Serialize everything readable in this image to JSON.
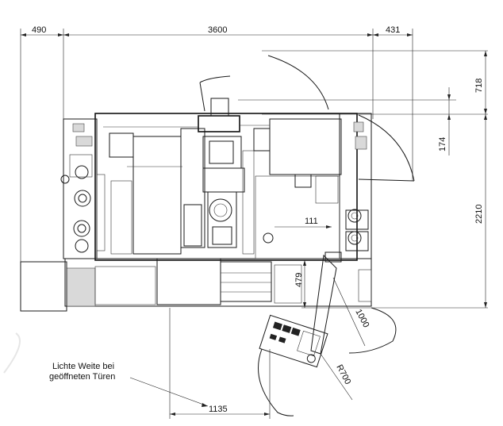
{
  "dimensions": {
    "top_left_width": "490",
    "top_main_width": "3600",
    "top_right_width": "431",
    "right_top_height": "718",
    "right_offset": "174",
    "right_total_height": "2210",
    "center_offset": "111",
    "front_depth": "479",
    "bottom_width": "1135",
    "door_swing": "1000",
    "radius": "R700"
  },
  "annotation": {
    "line1": "Lichte Weite bei",
    "line2": "geöffneten Türen"
  }
}
